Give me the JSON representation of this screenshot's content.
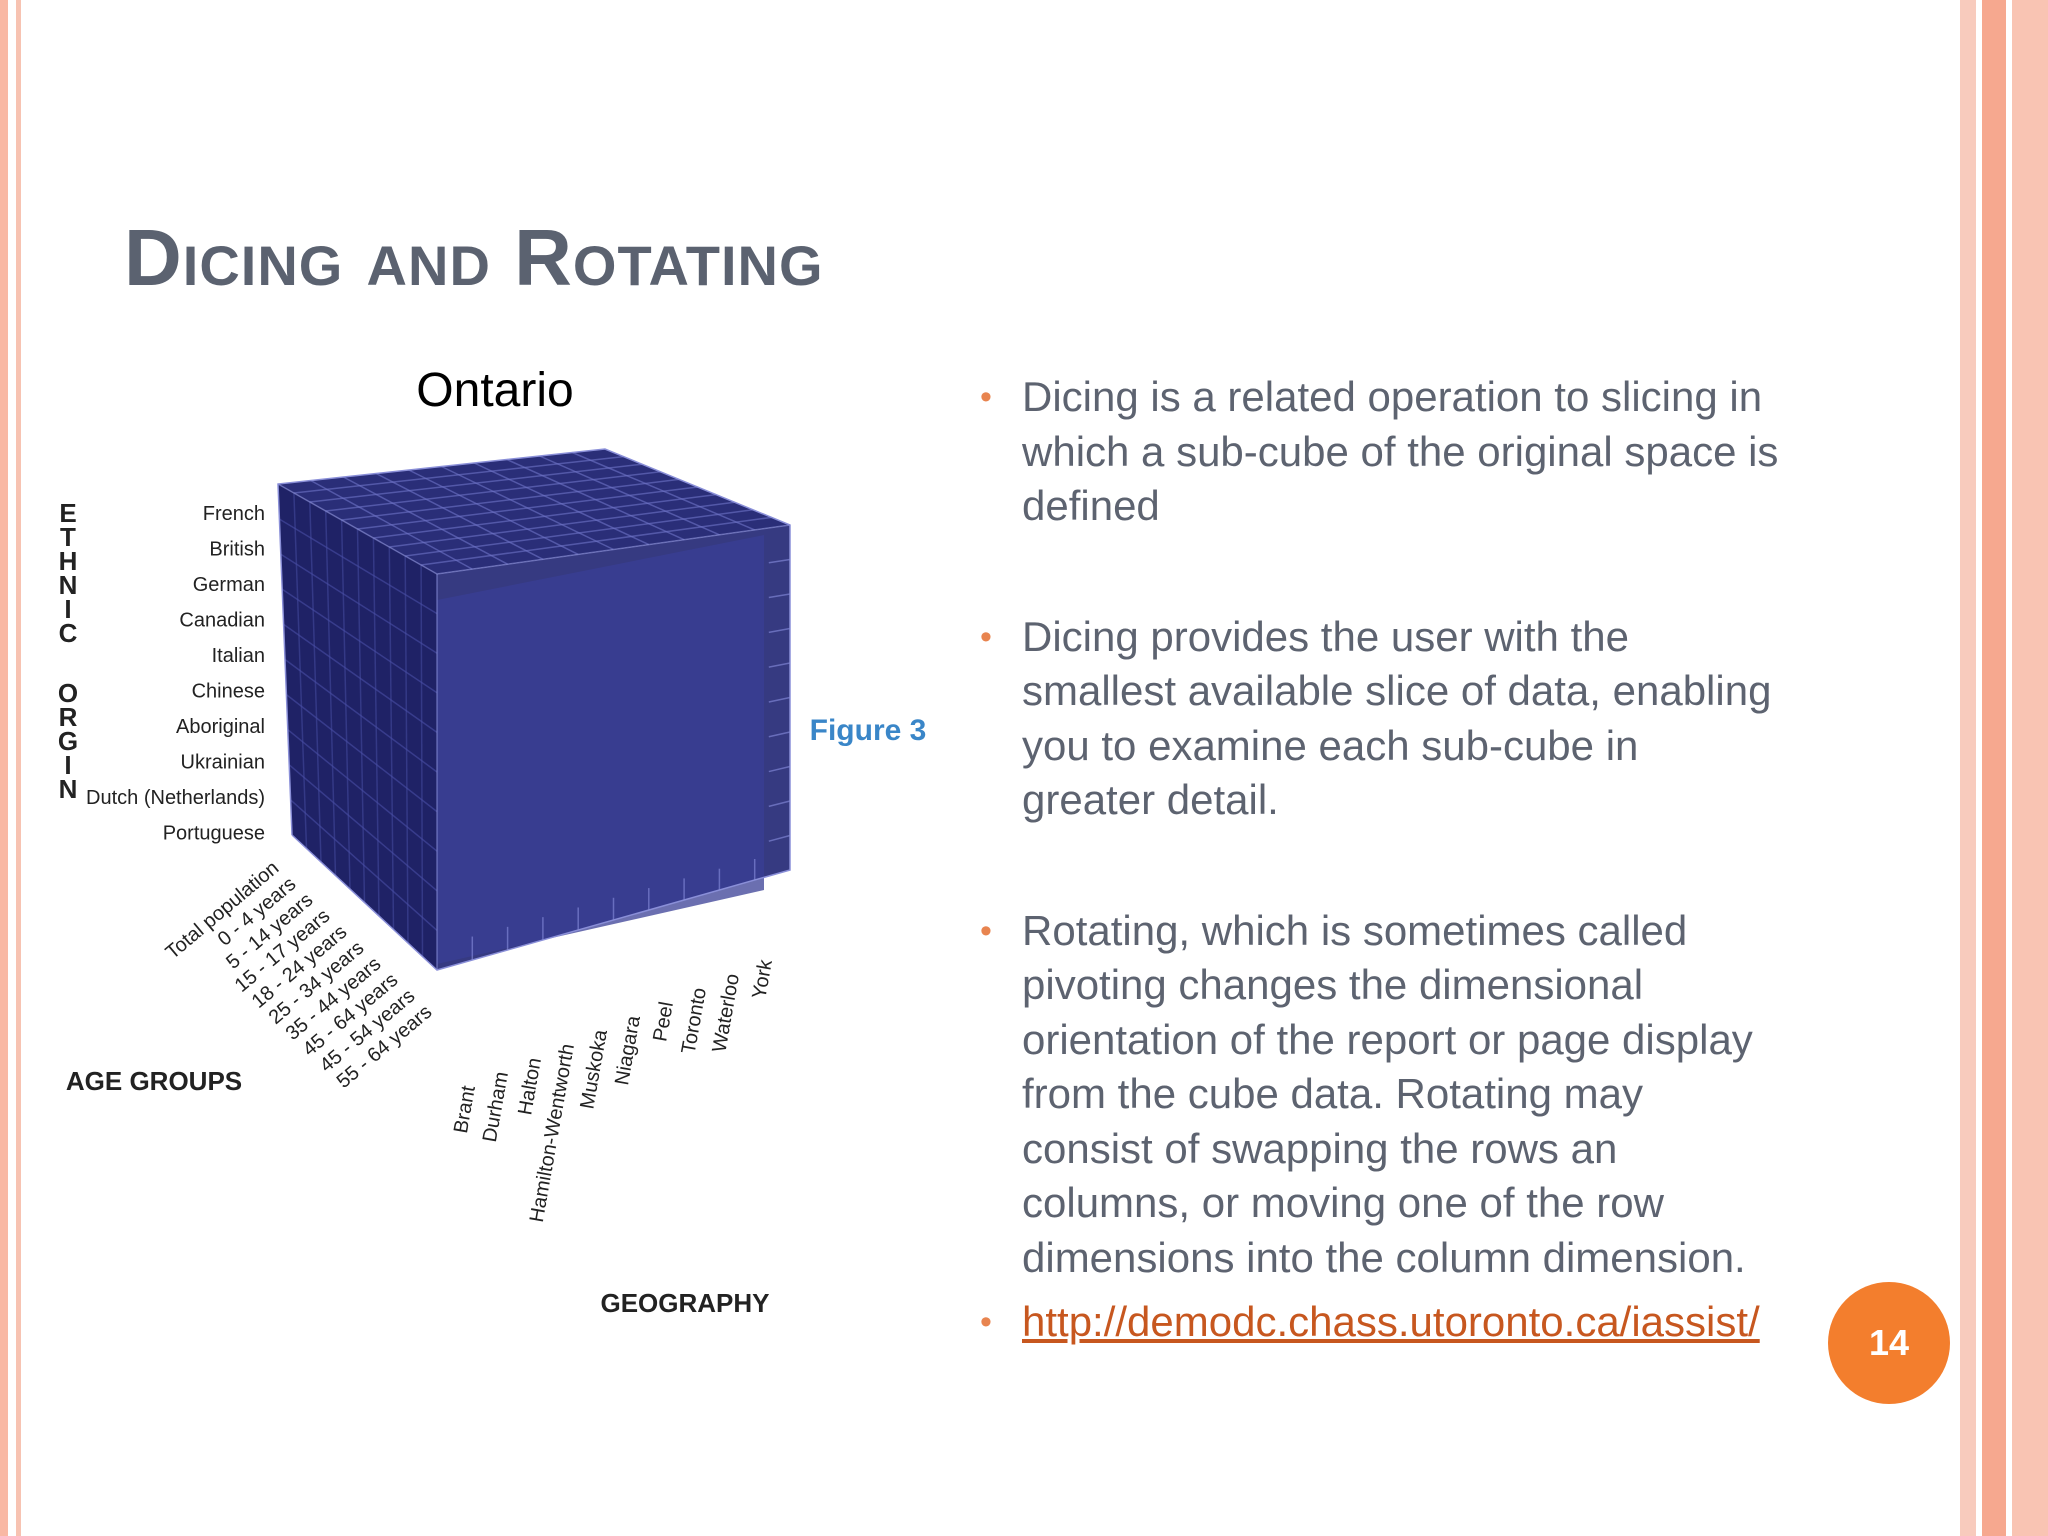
{
  "slide": {
    "title": "Dicing and Rotating",
    "page_number": "14",
    "accent_color": "#f37e2d"
  },
  "figure": {
    "heading": "Ontario",
    "caption": "Figure 3",
    "ethnic_axis_title": "ETHNIC ORGIN",
    "age_axis_title": "AGE GROUPS",
    "geo_axis_title": "GEOGRAPHY",
    "ethnic_labels": [
      "French",
      "British",
      "German",
      "Canadian",
      "Italian",
      "Chinese",
      "Aboriginal",
      "Ukrainian",
      "Dutch (Netherlands)",
      "Portuguese"
    ],
    "age_labels": [
      "Total population",
      "0 - 4 years",
      "5 - 14 years",
      "15 - 17 years",
      "18 - 24 years",
      "25 - 34 years",
      "35 - 44 years",
      "45 - 64 years",
      "45 - 54 years",
      "55 - 64 years"
    ],
    "geo_labels": [
      "Brant",
      "Durham",
      "Halton",
      "Hamilton-Wentworth",
      "Muskoka",
      "Niagara",
      "Peel",
      "Toronto",
      "Waterloo",
      "York"
    ],
    "cube_color": "#2b2f7a"
  },
  "bullets": [
    "Dicing is a related operation to slicing in which a sub-cube of the original space is defined",
    "Dicing provides the user with the smallest available slice of data, enabling you to examine each sub-cube in greater detail.",
    "Rotating, which is sometimes called pivoting changes the dimensional orientation of the report or page display from the cube data. Rotating may consist of swapping the rows an columns, or moving one of the row dimensions into the column dimension."
  ],
  "link": {
    "text": "http://demodc.chass.utoronto.ca/iassist/"
  }
}
